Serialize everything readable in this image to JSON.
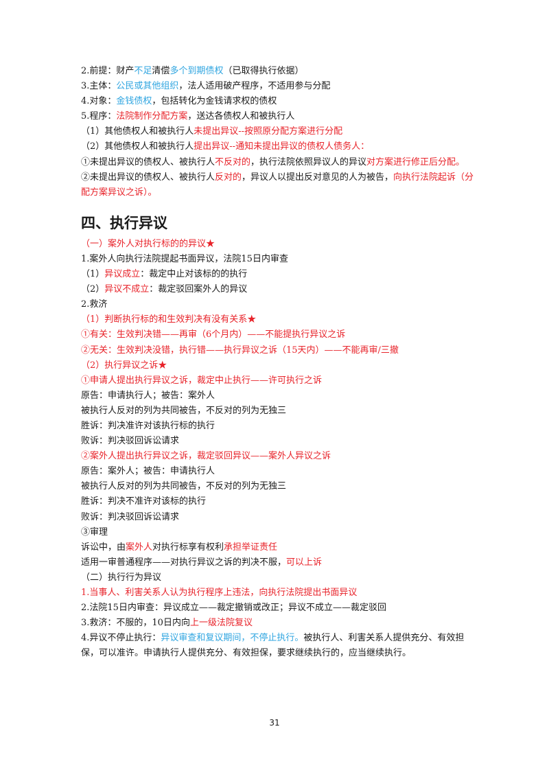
{
  "section_top": [
    [
      {
        "t": "2.前提：财产"
      },
      {
        "t": "不足",
        "c": "b"
      },
      {
        "t": "清偿"
      },
      {
        "t": "多个到期债权",
        "c": "b"
      },
      {
        "t": "（已取得执行依据）"
      }
    ],
    [
      {
        "t": "3.主体："
      },
      {
        "t": "公民或其他组织",
        "c": "b"
      },
      {
        "t": "，法人适用破产程序，不适用参与分配"
      }
    ],
    [
      {
        "t": "4.对象："
      },
      {
        "t": "金钱债权",
        "c": "b"
      },
      {
        "t": "，包括转化为金钱请求权的债权"
      }
    ],
    [
      {
        "t": "5.程序："
      },
      {
        "t": "法院制作分配方案",
        "c": "r"
      },
      {
        "t": "，送达各债权人和被执行人"
      }
    ],
    [
      {
        "t": "（1）其他债权人和被执行人"
      },
      {
        "t": "未提出异议--按照原分配方案进行分配",
        "c": "r"
      }
    ],
    [
      {
        "t": "（2）其他债权人和被执行人"
      },
      {
        "t": "提出异议--通知未提出异议的债权人债务人：",
        "c": "r"
      }
    ],
    [
      {
        "t": "①未提出异议的债权人、被执行人"
      },
      {
        "t": "不反对的",
        "c": "r"
      },
      {
        "t": "，执行法院依照异议人的异议"
      },
      {
        "t": "对方案进行修正后分配。",
        "c": "r"
      }
    ],
    [
      {
        "t": "②未提出异议的债权人、被执行人"
      },
      {
        "t": "反对的",
        "c": "r"
      },
      {
        "t": "，异议人以提出反对意见的人为被告，"
      },
      {
        "t": "向执行法院起诉（分配方案异议之诉）。",
        "c": "r"
      }
    ]
  ],
  "heading": "四、执行异议",
  "section_main": [
    [
      {
        "t": "（一）案外人对执行标的的异议★",
        "c": "r"
      }
    ],
    [
      {
        "t": "1.案外人向执行法院提起书面异议，法院15日内审查"
      }
    ],
    [
      {
        "t": "（1）"
      },
      {
        "t": "异议成立",
        "c": "r"
      },
      {
        "t": "：裁定中止对该标的的执行"
      }
    ],
    [
      {
        "t": "（2）"
      },
      {
        "t": "异议不成立",
        "c": "r"
      },
      {
        "t": "：裁定驳回案外人的异议"
      }
    ],
    [
      {
        "t": "2.救济"
      }
    ],
    [
      {
        "t": "（1）判断执行标的和生效判决有没有关系★",
        "c": "r"
      }
    ],
    [
      {
        "t": "①有关：生效判决错——再审（6个月内）——不能提执行异议之诉",
        "c": "r"
      }
    ],
    [
      {
        "t": "②无关：生效判决没错，执行错——执行异议之诉（15天内）——不能再审/三撤",
        "c": "r"
      }
    ],
    [
      {
        "t": "（2）执行异议之诉★",
        "c": "r"
      }
    ],
    [
      {
        "t": "①申请人提出执行异议之诉，裁定中止执行——许可执行之诉",
        "c": "r"
      }
    ],
    [
      {
        "t": "原告：申请执行人；被告：案外人"
      }
    ],
    [
      {
        "t": "被执行人反对的列为共同被告，不反对的列为无独三"
      }
    ],
    [
      {
        "t": "胜诉：判决准许对该执行标的执行"
      }
    ],
    [
      {
        "t": "败诉：判决驳回诉讼请求"
      }
    ],
    [
      {
        "t": "②案外人提出执行异议之诉，裁定驳回异议——案外人异议之诉",
        "c": "r"
      }
    ],
    [
      {
        "t": "原告：案外人；被告：申请执行人"
      }
    ],
    [
      {
        "t": "被执行人反对的列为共同被告，不反对的列为无独三"
      }
    ],
    [
      {
        "t": "胜诉：判决不准许对该标的执行"
      }
    ],
    [
      {
        "t": "败诉：判决驳回诉讼请求"
      }
    ],
    [
      {
        "t": "③审理"
      }
    ],
    [
      {
        "t": "诉讼中，由"
      },
      {
        "t": "案外人",
        "c": "r"
      },
      {
        "t": "对执行标享有权利"
      },
      {
        "t": "承担举证责任",
        "c": "r"
      }
    ],
    [
      {
        "t": "适用一审普通程序——对执行异议之诉的判决不服，"
      },
      {
        "t": "可以上诉",
        "c": "r"
      }
    ],
    [
      {
        "t": "（二）执行行为异议"
      }
    ],
    [
      {
        "t": "1.当事人、利害关系人认为执行程序上违法，向执行法院提出书面异议",
        "c": "r"
      }
    ],
    [
      {
        "t": "2.法院15日内审查：异议成立——裁定撤销或改正；异议不成立——裁定驳回"
      }
    ],
    [
      {
        "t": "3.救济：不服的，10日内向"
      },
      {
        "t": "上一级法院复议",
        "c": "r"
      }
    ],
    [
      {
        "t": "4.异议不停止执行："
      },
      {
        "t": "异议审查和复议期间，不停止执行。",
        "c": "b"
      },
      {
        "t": "被执行人、利害关系人提供充分、有效担保，可以准许。申请执行人提供充分、有效担保，要求继续执行的，应当继续执行。"
      }
    ]
  ],
  "page_number": "31"
}
